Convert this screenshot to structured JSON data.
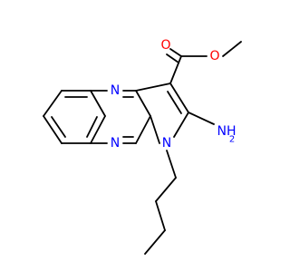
{
  "structure": {
    "atoms": {
      "ester_O_carbonyl": {
        "label": "O",
        "color": "#ff0000"
      },
      "ester_O_methoxy": {
        "label": "O",
        "color": "#ff0000"
      },
      "N_pyrazine_top": {
        "label": "N",
        "color": "#0000ff"
      },
      "N_pyrazine_bottom": {
        "label": "N",
        "color": "#0000ff"
      },
      "N_pyrrole": {
        "label": "N",
        "color": "#0000ff"
      },
      "N_amino": {
        "label": "NH",
        "color": "#0000ff"
      },
      "amino_subscript": {
        "label": "2",
        "color": "#0000ff"
      }
    }
  }
}
